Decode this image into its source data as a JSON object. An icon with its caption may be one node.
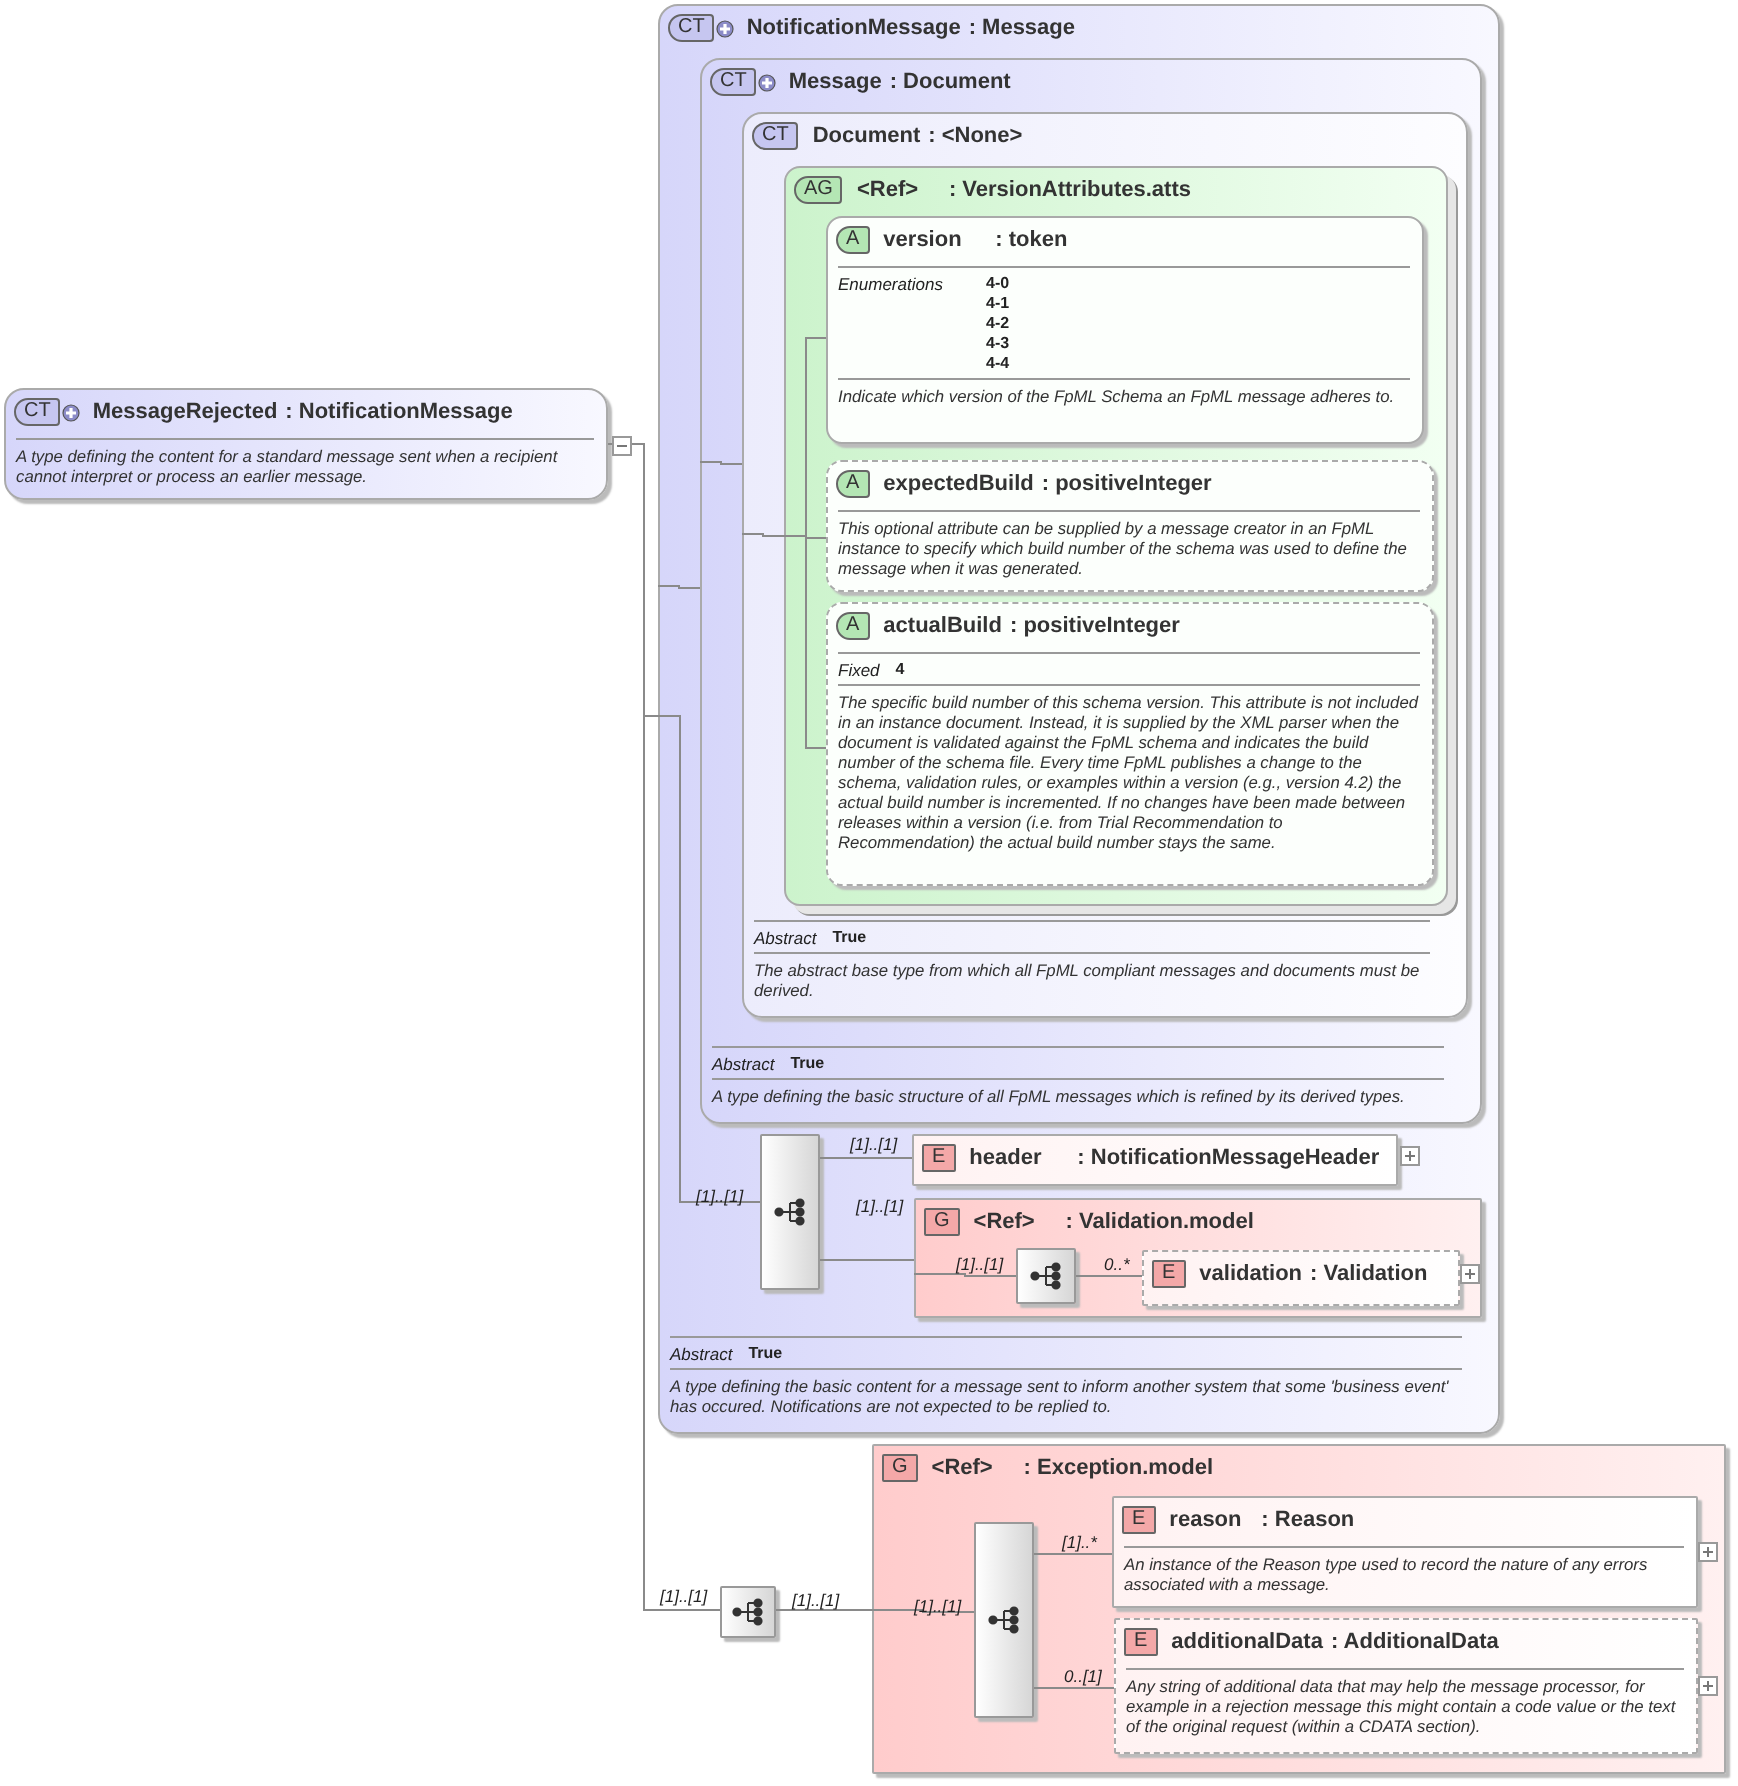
{
  "diagram": {
    "nodes": [
      {
        "text": [
          "CT",
          "MessageRejected",
          ": NotificationMessage",
          "A type defining the content for a standard message sent when a recipient cannot interpret or process an earlier message."
        ]
      },
      {
        "text": [
          "CT",
          "NotificationMessage",
          ": Message",
          "Abstract",
          "True",
          "A type defining the basic content for a message sent to inform another system that some 'business event' has occured. Notifications are not expected to be replied to."
        ]
      },
      {
        "text": [
          "CT",
          "Message",
          ": Document",
          "Abstract",
          "True",
          "A type defining the basic structure of all FpML messages which is refined by its derived types."
        ],
        "in": 1
      },
      {
        "text": [
          "CT",
          "Document",
          ": <None>",
          "Abstract",
          "True",
          "The abstract base type from which all FpML compliant messages and documents must be derived."
        ],
        "in": 2
      },
      {
        "text": [
          "AG",
          "<Ref>",
          ": VersionAttributes.atts"
        ],
        "in": 3
      },
      {
        "text": [
          "A",
          "version",
          ": token",
          "Enumerations",
          "4-0",
          "4-1",
          "4-2",
          "4-3",
          "4-4",
          "Indicate which version of the FpML Schema an FpML message adheres to."
        ],
        "in": 4
      },
      {
        "text": [
          "A",
          "expectedBuild",
          ": positiveInteger",
          "This optional attribute can be supplied by a message creator in an FpML instance to specify which build number of the schema was used to define the message when it was generated."
        ],
        "in": 4
      },
      {
        "text": [
          "A",
          "actualBuild",
          ": positiveInteger",
          "Fixed",
          "4",
          "The specific build number of this schema version. This attribute is not included in an instance document. Instead, it is supplied by the XML parser when the document is validated against the FpML schema and indicates the build number of the schema file. Every time FpML publishes a change to the schema, validation rules, or examples within a version (e.g., version 4.2) the actual build number is incremented. If no changes have been made between releases within a version (i.e. from Trial Recommendation to Recommendation) the actual build number stays the same."
        ],
        "in": 4
      },
      {
        "text": [],
        "shape": "box",
        "in": 1
      },
      {
        "text": [
          "E",
          "header",
          ": NotificationMessageHeader"
        ],
        "in": 1
      },
      {
        "text": [
          "G",
          "<Ref>",
          ": Validation.model"
        ],
        "in": 1
      },
      {
        "text": [],
        "shape": "box",
        "in": 10
      },
      {
        "text": [
          "E",
          "validation",
          ": Validation"
        ],
        "in": 10
      },
      {
        "text": [],
        "shape": "box"
      },
      {
        "text": [
          "G",
          "<Ref>",
          ": Exception.model"
        ]
      },
      {
        "text": [],
        "shape": "box",
        "in": 14
      },
      {
        "text": [
          "E",
          "reason",
          ": Reason",
          "An instance of the Reason type used to record the nature of any errors associated with a message."
        ],
        "in": 14
      },
      {
        "text": [
          "E",
          "additionalData",
          ": AdditionalData",
          "Any string of additional data that may help the message processor, for example in a rejection message this might contain a code value or the text of the original request (within a CDATA section)."
        ],
        "in": 14
      }
    ],
    "edges": [
      {
        "from": 0,
        "to": 1,
        "arrow": "none"
      },
      {
        "from": 0,
        "to": 13,
        "arrow": "none",
        "label": "[1]..[1]"
      },
      {
        "from": 1,
        "to": 2,
        "arrow": "none"
      },
      {
        "from": 1,
        "to": 8,
        "arrow": "none",
        "label": "[1]..[1]"
      },
      {
        "from": 2,
        "to": 3,
        "arrow": "none"
      },
      {
        "from": 3,
        "to": 4,
        "arrow": "none"
      },
      {
        "from": 4,
        "to": 5,
        "arrow": "none"
      },
      {
        "from": 4,
        "to": 6,
        "arrow": "none"
      },
      {
        "from": 4,
        "to": 7,
        "arrow": "none"
      },
      {
        "from": 8,
        "to": 9,
        "arrow": "none",
        "label": "[1]..[1]"
      },
      {
        "from": 8,
        "to": 10,
        "arrow": "none",
        "label": "[1]..[1]"
      },
      {
        "from": 10,
        "to": 11,
        "arrow": "none",
        "label": "[1]..[1]"
      },
      {
        "from": 11,
        "to": 12,
        "arrow": "none",
        "label": "0..*"
      },
      {
        "from": 13,
        "to": 14,
        "arrow": "none",
        "label": "[1]..[1]"
      },
      {
        "from": 14,
        "to": 15,
        "arrow": "none",
        "label": "[1]..[1]"
      },
      {
        "from": 15,
        "to": 16,
        "arrow": "none",
        "label": "[1]..*"
      },
      {
        "from": 15,
        "to": 17,
        "arrow": "none",
        "label": "0..[1]"
      }
    ]
  }
}
